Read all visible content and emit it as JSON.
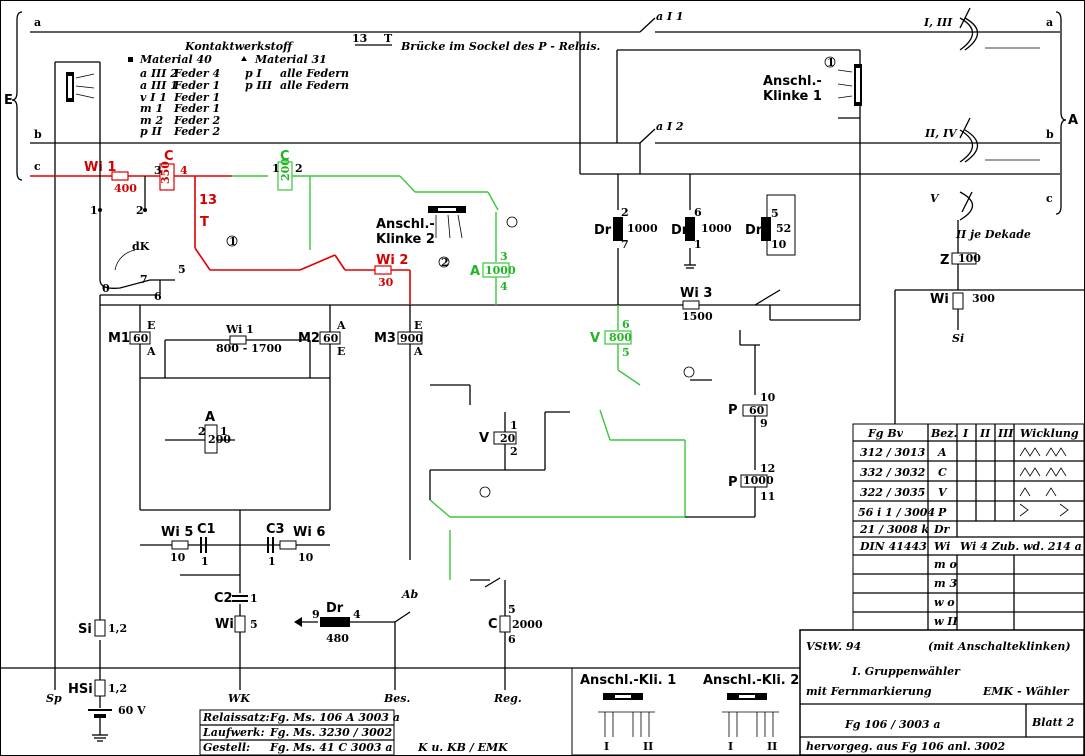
{
  "rails": {
    "a": "a",
    "b": "b",
    "c": "c",
    "E": "E",
    "A": "A"
  },
  "legend": {
    "heading": "Kontaktwerkstoff",
    "material40": "Material 40",
    "material31": "Material 31",
    "rows_left": [
      {
        "sym": "a III 2",
        "val": "Feder 4"
      },
      {
        "sym": "a III 1",
        "val": "Feder 1"
      },
      {
        "sym": "v I 1",
        "val": "Feder 1"
      },
      {
        "sym": "m 1",
        "val": "Feder 1"
      },
      {
        "sym": "m 2",
        "val": "Feder 2"
      },
      {
        "sym": "p II",
        "val": "Feder 2"
      }
    ],
    "rows_right": [
      {
        "sym": "p I",
        "val": "alle Federn"
      },
      {
        "sym": "p III",
        "val": "alle Federn"
      }
    ],
    "bridge_num": "13",
    "bridge_t": "T",
    "bridge_text": "Brücke im Sockel des P - Relais."
  },
  "components": {
    "wi1": {
      "name": "Wi 1",
      "val": "400"
    },
    "c_rel": {
      "name": "C",
      "val": "350",
      "p3": "3",
      "p4": "4"
    },
    "c_rel2": {
      "name": "C",
      "val": "200",
      "p1": "1",
      "p2": "2"
    },
    "wi2": {
      "name": "Wi 2",
      "val": "30"
    },
    "a_rel": {
      "name": "A",
      "val": "1000",
      "p3": "3",
      "p4": "4"
    },
    "dr1": {
      "name": "Dr",
      "val": "1000",
      "p2": "2",
      "p7": "7"
    },
    "dr2": {
      "name": "Dr",
      "val": "1000",
      "p6": "6",
      "p1": "1"
    },
    "dr3": {
      "name": "Dr",
      "val": "52",
      "p5": "5",
      "p10": "10"
    },
    "wi3": {
      "name": "Wi 3",
      "val": "1500"
    },
    "m1": {
      "name": "M1",
      "val": "60",
      "e": "E",
      "a": "A"
    },
    "m2": {
      "name": "M2",
      "val": "60",
      "a": "A",
      "e": "E"
    },
    "m3": {
      "name": "M3",
      "val": "900",
      "e": "E",
      "a": "A"
    },
    "wi_pot": {
      "name": "Wi 1",
      "val": "800 - 1700"
    },
    "a_small": {
      "name": "A",
      "val": "200",
      "p2": "2",
      "p1": "1"
    },
    "v_rel": {
      "name": "V",
      "val": "800",
      "p6": "6",
      "p5": "5"
    },
    "v2_rel": {
      "name": "V",
      "val": "20",
      "p1": "1",
      "p2": "2"
    },
    "p_rel": {
      "name": "P",
      "val": "60",
      "p10": "10",
      "p9": "9"
    },
    "p2_rel": {
      "name": "P",
      "val": "1000",
      "p12": "12",
      "p11": "11"
    },
    "wi5": {
      "name": "Wi 5",
      "val": "10"
    },
    "wi6": {
      "name": "Wi 6",
      "val": "10"
    },
    "c1": {
      "name": "C1",
      "val": "1"
    },
    "c3": {
      "name": "C3",
      "val": "1"
    },
    "c2": {
      "name": "C2",
      "val": "1"
    },
    "wi_wk": {
      "name": "Wi",
      "val": "5"
    },
    "dr_bes": {
      "name": "Dr",
      "val": "480",
      "p9": "9",
      "p4": "4"
    },
    "c_reg": {
      "name": "C",
      "val": "2000",
      "p5": "5",
      "p6": "6"
    },
    "si": {
      "name": "Si",
      "val": "1,2"
    },
    "hsi": {
      "name": "HSi",
      "val": "1,2"
    },
    "v60": "60 V",
    "z": {
      "name": "Z",
      "val": "100"
    },
    "wi300": {
      "name": "Wi",
      "val": "300"
    },
    "si_right": "Si"
  },
  "labels": {
    "anschl1_a": "Anschl.-",
    "anschl1_b": "Klinke 1",
    "anschl2_a": "Anschl.-",
    "anschl2_b": "Klinke 2",
    "contact_aI1": "a I 1",
    "contact_aI2": "a I 2",
    "i_iii": "I, III",
    "ii_iv": "II, IV",
    "v_lbl": "V",
    "je_dekade": "II je Dekade",
    "num1": "1",
    "num2": "2",
    "num7": "7",
    "num0": "0",
    "num6": "6",
    "num5": "5",
    "num13": "13",
    "numT": "T",
    "dK": "dK",
    "sp": "Sp",
    "wk": "WK",
    "bes": "Bes.",
    "reg": "Reg.",
    "ab": "Ab"
  },
  "table": {
    "headers": [
      "Fg Bv",
      "Bez.",
      "I",
      "II",
      "III",
      "Wicklung"
    ],
    "rows": [
      {
        "fg": "312 / 3013",
        "bez": "A"
      },
      {
        "fg": "332 / 3032",
        "bez": "C"
      },
      {
        "fg": "322 / 3035",
        "bez": "V"
      },
      {
        "fg": "56 i 1 / 3004",
        "bez": "P"
      },
      {
        "fg": "21 / 3008 k",
        "bez": "Dr"
      },
      {
        "fg": "DIN 41443",
        "bez": "Wi",
        "extra": "Wi 4  Zub.  wd.  214 a"
      }
    ],
    "spring_rows": [
      "m o",
      "m 3",
      "w o",
      "w II"
    ]
  },
  "title_block": {
    "vstw": "VStW. 94",
    "mit_anschalt": "(mit Anschalteklinken)",
    "title": "I.  Gruppenwähler",
    "subtitle": "mit Fernmarkierung",
    "emk": "EMK - Wähler",
    "number": "Fg  106 / 3003 a",
    "blatt": "Blatt  2",
    "hervorgeg": "hervorgeg.  aus  Fg  106  anl.  3002"
  },
  "footer_left": {
    "relaissatz_l": "Relaissatz:",
    "relaissatz_v": "Fg. Ms. 106 A 3003 a",
    "laufwerk_l": "Laufwerk:",
    "laufwerk_v": "Fg. Ms. 3230 / 3002",
    "gestell_l": "Gestell:",
    "gestell_v": "Fg. Ms. 41 C 3003 a",
    "kb": "K u. KB / EMK"
  },
  "jack_box": {
    "kli1": "Anschl.-Kli. 1",
    "kli2": "Anschl.-Kli. 2",
    "i": "I",
    "ii": "II"
  }
}
